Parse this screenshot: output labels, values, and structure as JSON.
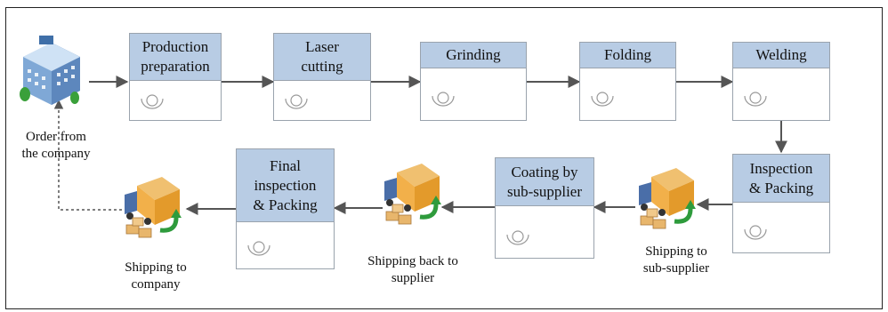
{
  "origin": {
    "caption": "Order from\nthe company",
    "icon": "company-building-icon"
  },
  "top_row": [
    {
      "id": "production-preparation",
      "label": "Production\npreparation"
    },
    {
      "id": "laser-cutting",
      "label": "Laser\ncutting"
    },
    {
      "id": "grinding",
      "label": "Grinding"
    },
    {
      "id": "folding",
      "label": "Folding"
    },
    {
      "id": "welding",
      "label": "Welding"
    }
  ],
  "bottom_row": [
    {
      "id": "inspection-packing",
      "label": "Inspection\n& Packing"
    },
    {
      "id": "coating",
      "label": "Coating by\nsub-supplier"
    },
    {
      "id": "final-inspection",
      "label": "Final\ninspection\n& Packing"
    }
  ],
  "shipping": [
    {
      "id": "shipping-to-sub-supplier",
      "label": "Shipping to\nsub-supplier",
      "icon": "delivery-truck-icon"
    },
    {
      "id": "shipping-back-to-supplier",
      "label": "Shipping back to\nsupplier",
      "icon": "delivery-truck-icon"
    },
    {
      "id": "shipping-to-company",
      "label": "Shipping to\ncompany",
      "icon": "delivery-truck-icon"
    }
  ],
  "colors": {
    "header_fill": "#b8cce4",
    "box_border": "#9aa3ad",
    "arrow": "#555555"
  }
}
